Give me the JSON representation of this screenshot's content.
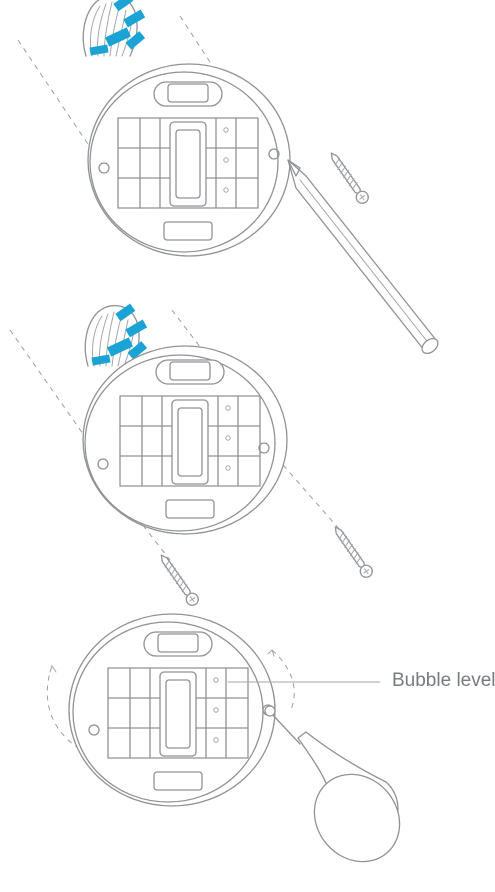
{
  "steps": [
    {
      "id": "mark-holes",
      "parts": [
        "base-plate",
        "wire-bundle",
        "pencil",
        "screw"
      ]
    },
    {
      "id": "insert-screws",
      "parts": [
        "base-plate",
        "wire-bundle",
        "screw",
        "screw"
      ]
    },
    {
      "id": "level-and-tighten",
      "parts": [
        "base-plate",
        "screwdriver",
        "rotation-arrows"
      ]
    }
  ],
  "callout": {
    "label": "Bubble level"
  },
  "colors": {
    "line": "#8f9296",
    "wire_tape": "#1aa3d4",
    "text": "#777b80",
    "background": "#ffffff"
  }
}
